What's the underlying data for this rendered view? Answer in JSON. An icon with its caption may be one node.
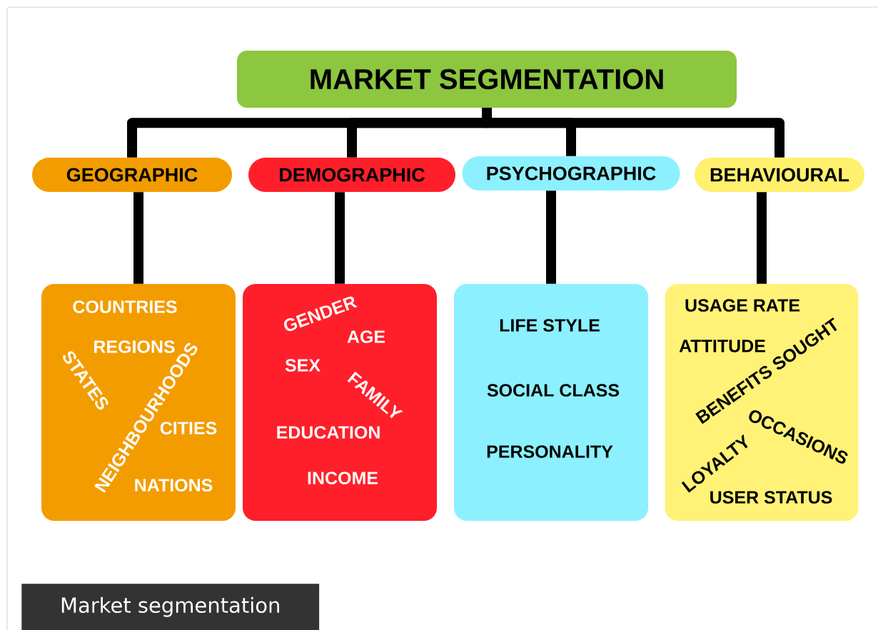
{
  "diagram": {
    "caption": "Market segmentation",
    "nodes": [
      {
        "text": [
          "MARKET SEGMENTATION"
        ]
      },
      {
        "text": [
          "GEOGRAPHIC"
        ]
      },
      {
        "text": [
          "DEMOGRAPHIC"
        ]
      },
      {
        "text": [
          "PSYCHOGRAPHIC"
        ]
      },
      {
        "text": [
          "BEHAVIOURAL"
        ]
      },
      {
        "text": [
          "COUNTRIES",
          "REGIONS",
          "STATES",
          "NEIGHBOURHOODS",
          "CITIES",
          "NATIONS"
        ]
      },
      {
        "text": [
          "GENDER",
          "AGE",
          "SEX",
          "FAMILY",
          "EDUCATION",
          "INCOME"
        ]
      },
      {
        "text": [
          "LIFE STYLE",
          "SOCIAL CLASS",
          "PERSONALITY"
        ]
      },
      {
        "text": [
          "USAGE RATE",
          "ATTITUDE",
          "BENEFITS SOUGHT",
          "OCCASIONS",
          "LOYALTY",
          "USER STATUS"
        ]
      }
    ],
    "edges": [
      {
        "from": 0,
        "to": 1,
        "arrow": "none"
      },
      {
        "from": 0,
        "to": 2,
        "arrow": "none"
      },
      {
        "from": 0,
        "to": 3,
        "arrow": "none"
      },
      {
        "from": 0,
        "to": 4,
        "arrow": "none"
      },
      {
        "from": 1,
        "to": 5,
        "arrow": "none"
      },
      {
        "from": 2,
        "to": 6,
        "arrow": "none"
      },
      {
        "from": 3,
        "to": 7,
        "arrow": "none"
      },
      {
        "from": 4,
        "to": 8,
        "arrow": "none"
      }
    ]
  }
}
